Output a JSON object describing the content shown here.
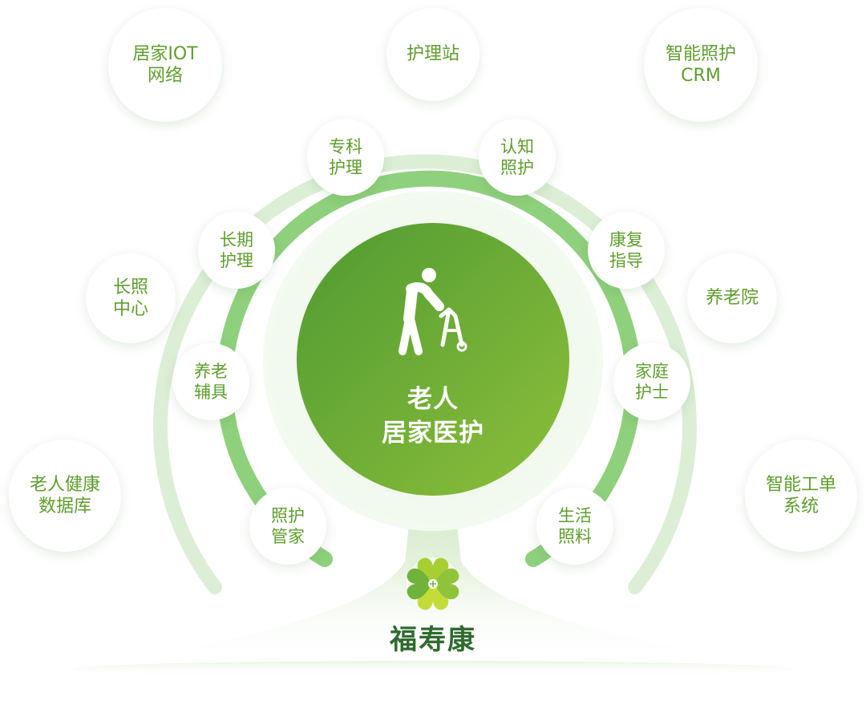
{
  "center": {
    "line1": "老人",
    "line2": "居家医护",
    "icon": "elderly-walker-icon"
  },
  "brand": {
    "name": "福寿康",
    "logo": "clover-logo-icon"
  },
  "colors": {
    "primary_green": "#5e9e2c",
    "center_gradient_start": "#4f9a32",
    "center_gradient_end": "#8dbf3a",
    "inner_ring": "#8fd07d",
    "outer_ring": "#dcefd6",
    "brand_text": "#2f6b2f"
  },
  "outer_nodes": [
    {
      "line1": "居家IOT",
      "line2": "网络"
    },
    {
      "line1": "护理站",
      "line2": ""
    },
    {
      "line1": "智能照护",
      "line2": "CRM"
    },
    {
      "line1": "长照",
      "line2": "中心"
    },
    {
      "line1": "养老院",
      "line2": ""
    },
    {
      "line1": "老人健康",
      "line2": "数据库"
    },
    {
      "line1": "智能工单",
      "line2": "系统"
    }
  ],
  "inner_nodes": [
    {
      "line1": "专科",
      "line2": "护理"
    },
    {
      "line1": "认知",
      "line2": "照护"
    },
    {
      "line1": "长期",
      "line2": "护理"
    },
    {
      "line1": "康复",
      "line2": "指导"
    },
    {
      "line1": "养老",
      "line2": "辅具"
    },
    {
      "line1": "家庭",
      "line2": "护士"
    },
    {
      "line1": "照护",
      "line2": "管家"
    },
    {
      "line1": "生活",
      "line2": "照料"
    }
  ]
}
